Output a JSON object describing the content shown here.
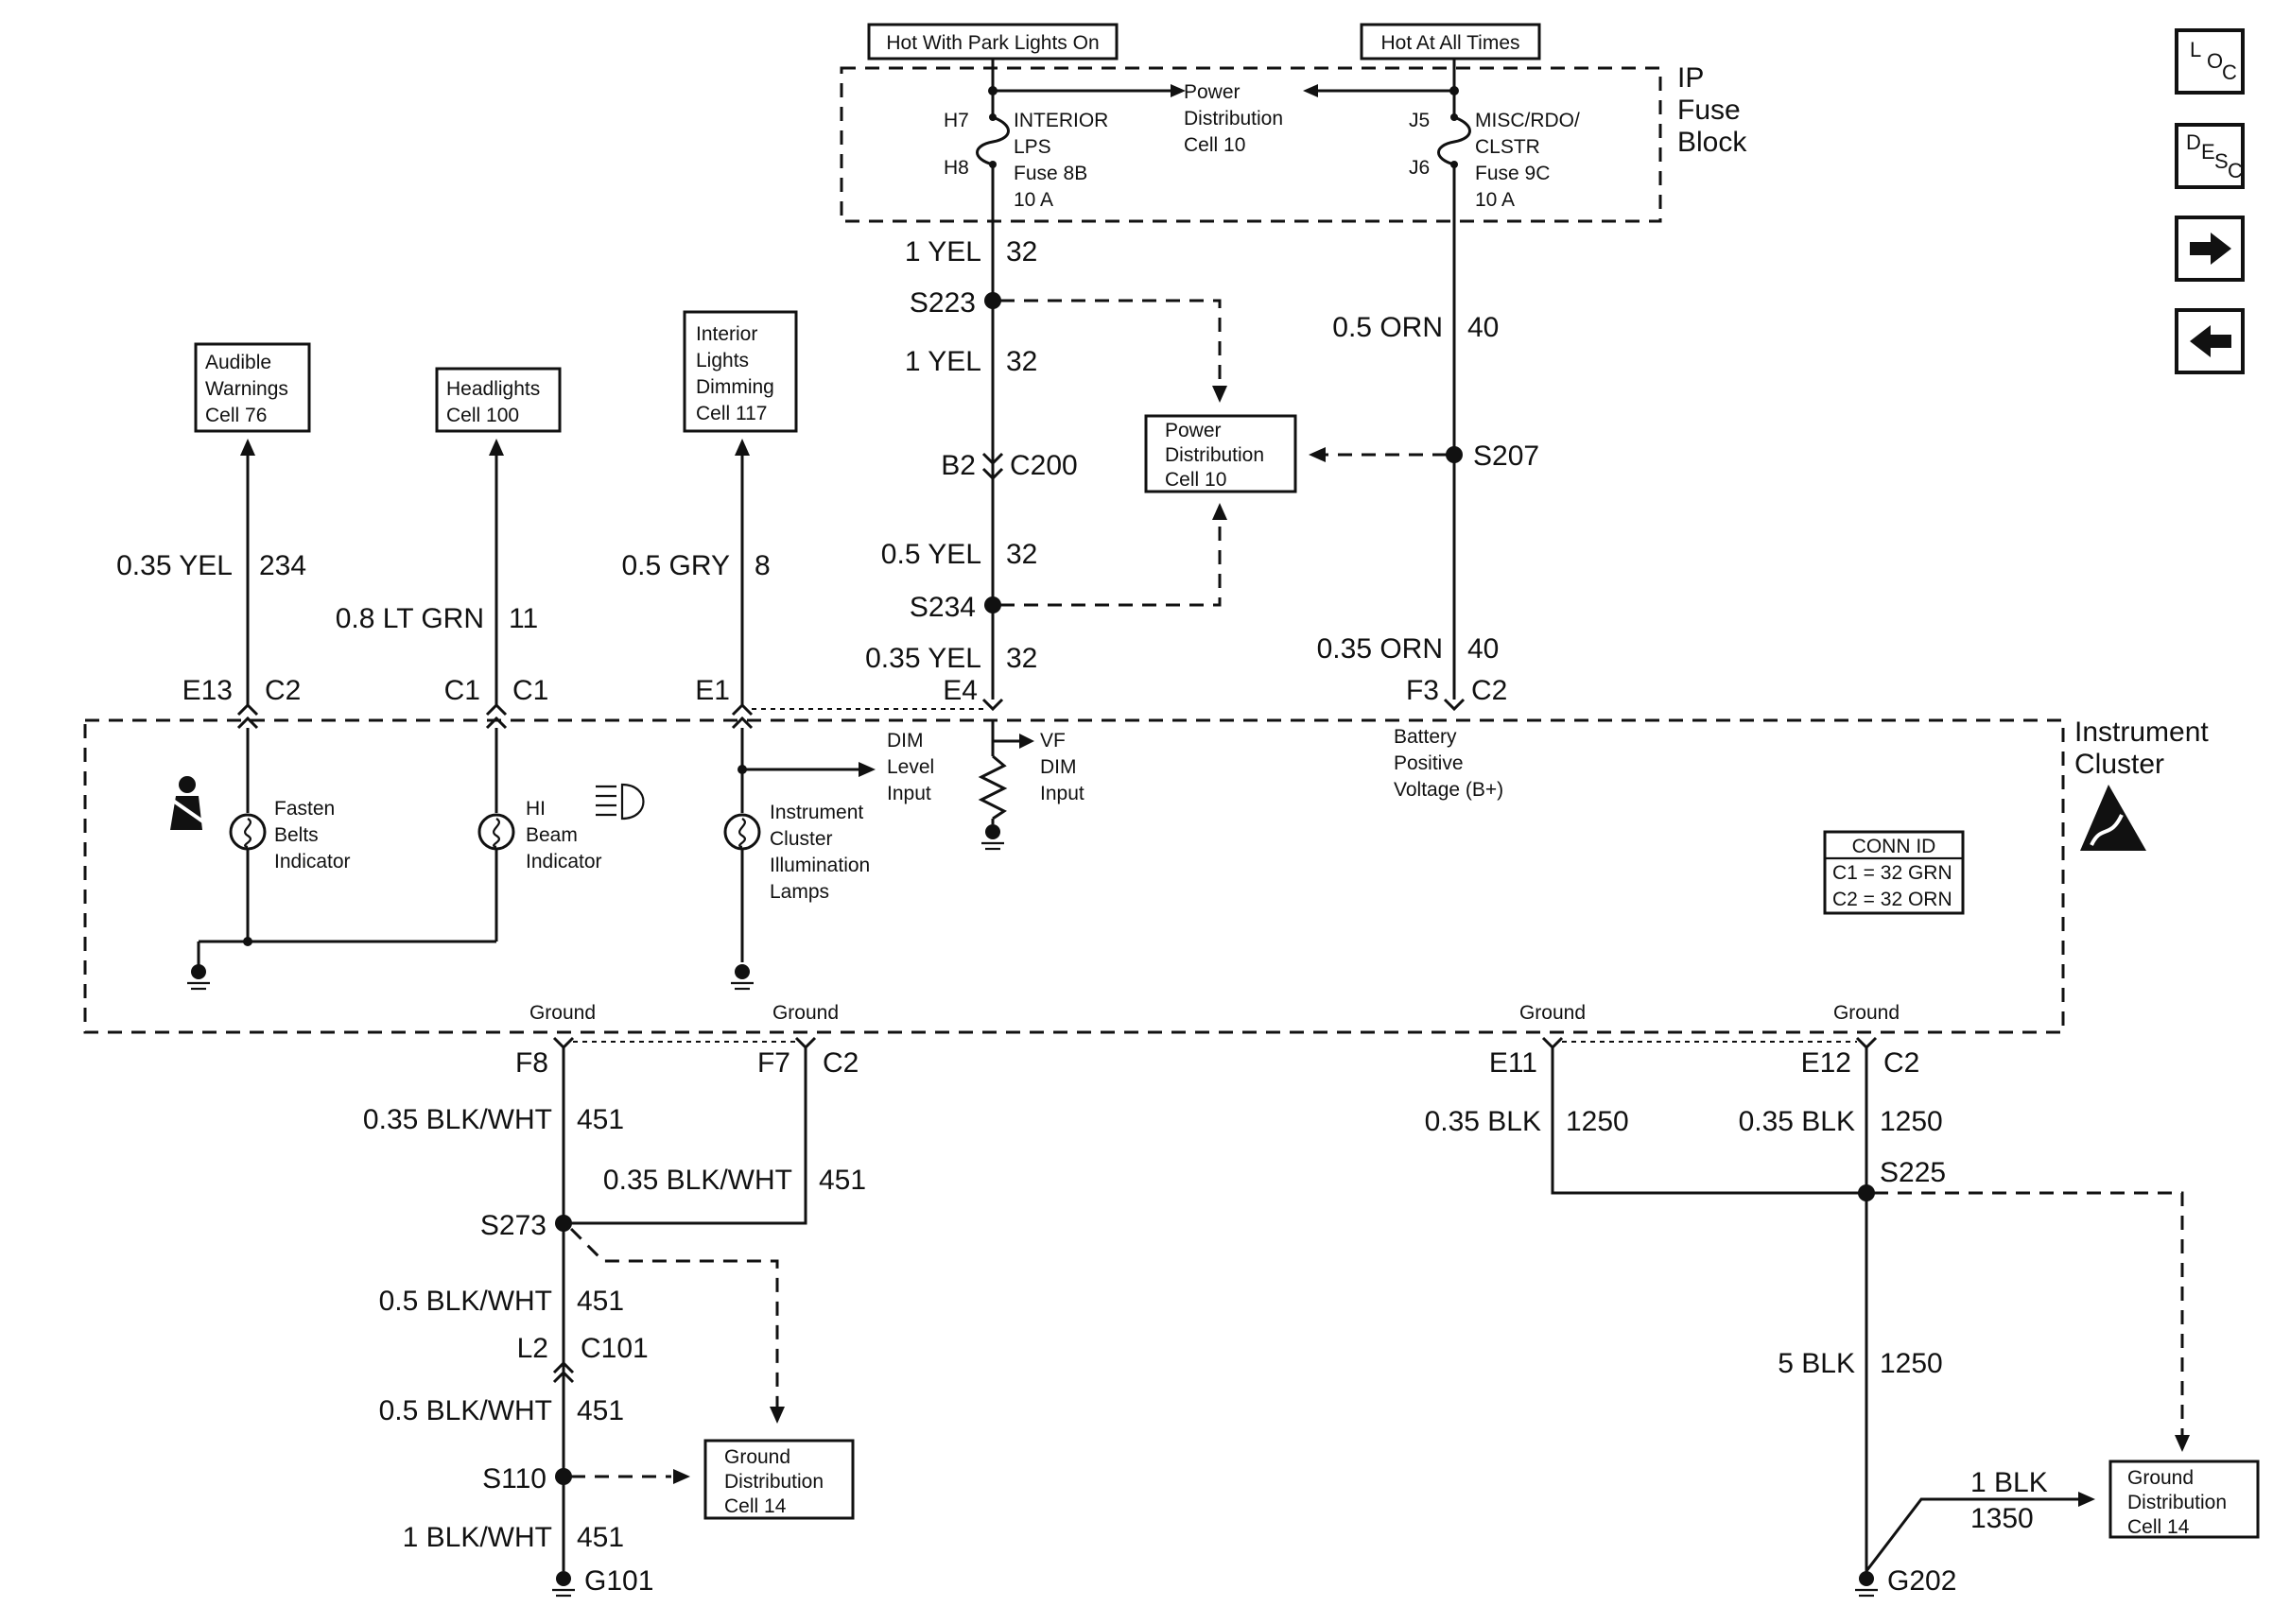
{
  "sources": {
    "park": "Hot With Park Lights On",
    "always": "Hot At All Times"
  },
  "fuse_block": {
    "label": [
      "IP",
      "Fuse",
      "Block"
    ],
    "power_dist": [
      "Power",
      "Distribution",
      "Cell 10"
    ],
    "fuse_left": {
      "pin_top": "H7",
      "pin_bottom": "H8",
      "label": [
        "INTERIOR",
        "LPS",
        "Fuse 8B",
        "10 A"
      ]
    },
    "fuse_right": {
      "pin_top": "J5",
      "pin_bottom": "J6",
      "label": [
        "MISC/RDO/",
        "CLSTR",
        "Fuse 9C",
        "10 A"
      ]
    }
  },
  "destinations": {
    "audible": [
      "Audible",
      "Warnings",
      "Cell 76"
    ],
    "headlights": [
      "Headlights",
      "Cell 100"
    ],
    "dimming": [
      "Interior",
      "Lights",
      "Dimming",
      "Cell 117"
    ],
    "power_dist": [
      "Power",
      "Distribution",
      "Cell 10"
    ],
    "ground_left": [
      "Ground",
      "Distribution",
      "Cell 14"
    ],
    "ground_right": [
      "Ground",
      "Distribution",
      "Cell 14"
    ]
  },
  "wires": {
    "w234": {
      "gauge": "0.35 YEL",
      "circuit": "234"
    },
    "w11": {
      "gauge": "0.8 LT GRN",
      "circuit": "11"
    },
    "w8": {
      "gauge": "0.5 GRY",
      "circuit": "8"
    },
    "w32a": {
      "gauge": "1 YEL",
      "circuit": "32"
    },
    "w32b": {
      "gauge": "1 YEL",
      "circuit": "32"
    },
    "w32c": {
      "gauge": "0.5 YEL",
      "circuit": "32"
    },
    "w32d": {
      "gauge": "0.35 YEL",
      "circuit": "32"
    },
    "w40a": {
      "gauge": "0.5 ORN",
      "circuit": "40"
    },
    "w40b": {
      "gauge": "0.35 ORN",
      "circuit": "40"
    },
    "w451a": {
      "gauge": "0.35 BLK/WHT",
      "circuit": "451"
    },
    "w451b": {
      "gauge": "0.35 BLK/WHT",
      "circuit": "451"
    },
    "w451c": {
      "gauge": "0.5 BLK/WHT",
      "circuit": "451"
    },
    "w451d": {
      "gauge": "0.5 BLK/WHT",
      "circuit": "451"
    },
    "w451e": {
      "gauge": "1 BLK/WHT",
      "circuit": "451"
    },
    "w1250a": {
      "gauge": "0.35 BLK",
      "circuit": "1250"
    },
    "w1250b": {
      "gauge": "0.35 BLK",
      "circuit": "1250"
    },
    "w1250c": {
      "gauge": "5 BLK",
      "circuit": "1250"
    },
    "w1350": {
      "gauge": "1 BLK",
      "circuit": "1350"
    }
  },
  "splices": {
    "s223": "S223",
    "s234": "S234",
    "s207": "S207",
    "s273": "S273",
    "s110": "S110",
    "s225": "S225"
  },
  "grounds": {
    "g101": "G101",
    "g202": "G202"
  },
  "connectors": {
    "c200_pin": "B2",
    "c200": "C200",
    "e13": "E13",
    "e13_conn": "C2",
    "c1_pin": "C1",
    "c1_conn": "C1",
    "e1": "E1",
    "e4": "E4",
    "f3": "F3",
    "f3_conn": "C2",
    "f8": "F8",
    "f7": "F7",
    "f7_conn": "C2",
    "e11": "E11",
    "e12": "E12",
    "e12_conn": "C2",
    "l2": "L2",
    "c101": "C101"
  },
  "cluster": {
    "label": [
      "Instrument",
      "Cluster"
    ],
    "fasten": [
      "Fasten",
      "Belts",
      "Indicator"
    ],
    "hibeam": [
      "HI",
      "Beam",
      "Indicator"
    ],
    "illum": [
      "Instrument",
      "Cluster",
      "Illumination",
      "Lamps"
    ],
    "dim_level": [
      "DIM",
      "Level",
      "Input"
    ],
    "vf_dim": [
      "VF",
      "DIM",
      "Input"
    ],
    "battery": [
      "Battery",
      "Positive",
      "Voltage (B+)"
    ],
    "ground": "Ground",
    "conn_id": {
      "title": "CONN ID",
      "c1": "C1 = 32 GRN",
      "c2": "C2 = 32 ORN"
    }
  },
  "nav": {
    "loc": {
      "l1": "L",
      "l2": "O",
      "l3": "C"
    },
    "desc": {
      "l1": "D",
      "l2": "E",
      "l3": "S",
      "l4": "C"
    },
    "forward_icon": "arrow-right-icon",
    "back_icon": "arrow-left-icon"
  }
}
